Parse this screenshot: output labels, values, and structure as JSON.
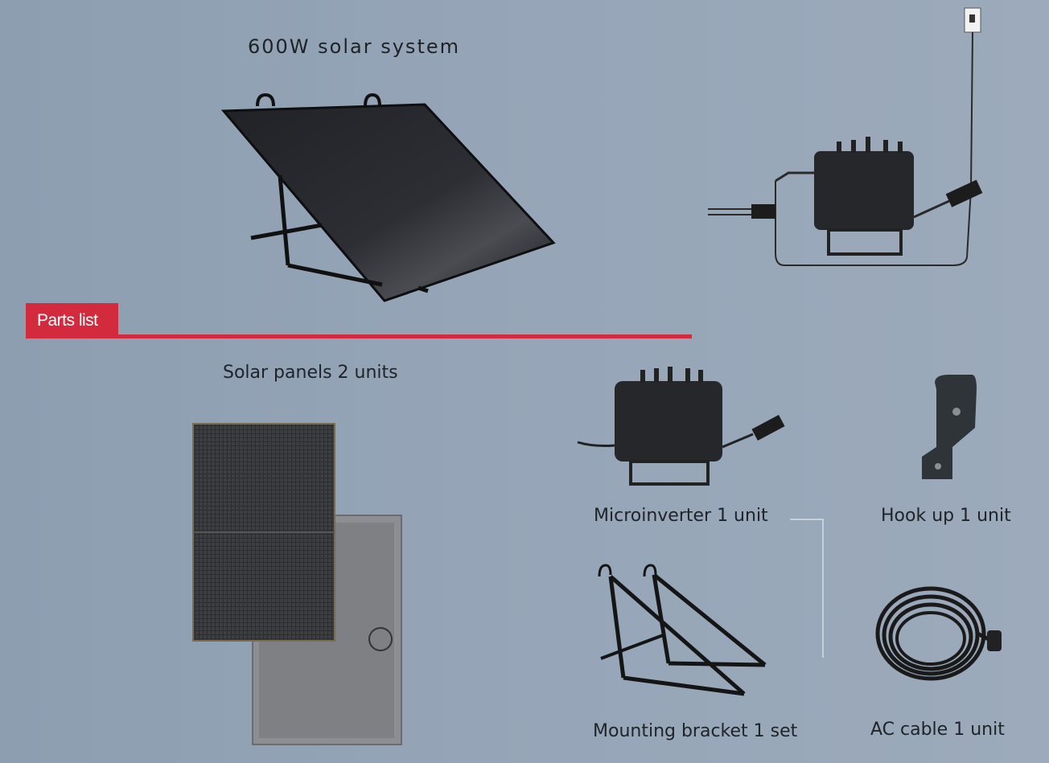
{
  "hero": {
    "title": "600W solar system"
  },
  "parts": {
    "heading": "Parts list",
    "items": [
      {
        "label": "Solar panels 2 units"
      },
      {
        "label": "Microinverter 1 unit"
      },
      {
        "label": "Hook up 1 unit"
      },
      {
        "label": "Mounting bracket  1 set"
      },
      {
        "label": "AC cable 1 unit"
      }
    ]
  },
  "colors": {
    "accent": "#d42a3e",
    "background": "#95a5b7"
  }
}
